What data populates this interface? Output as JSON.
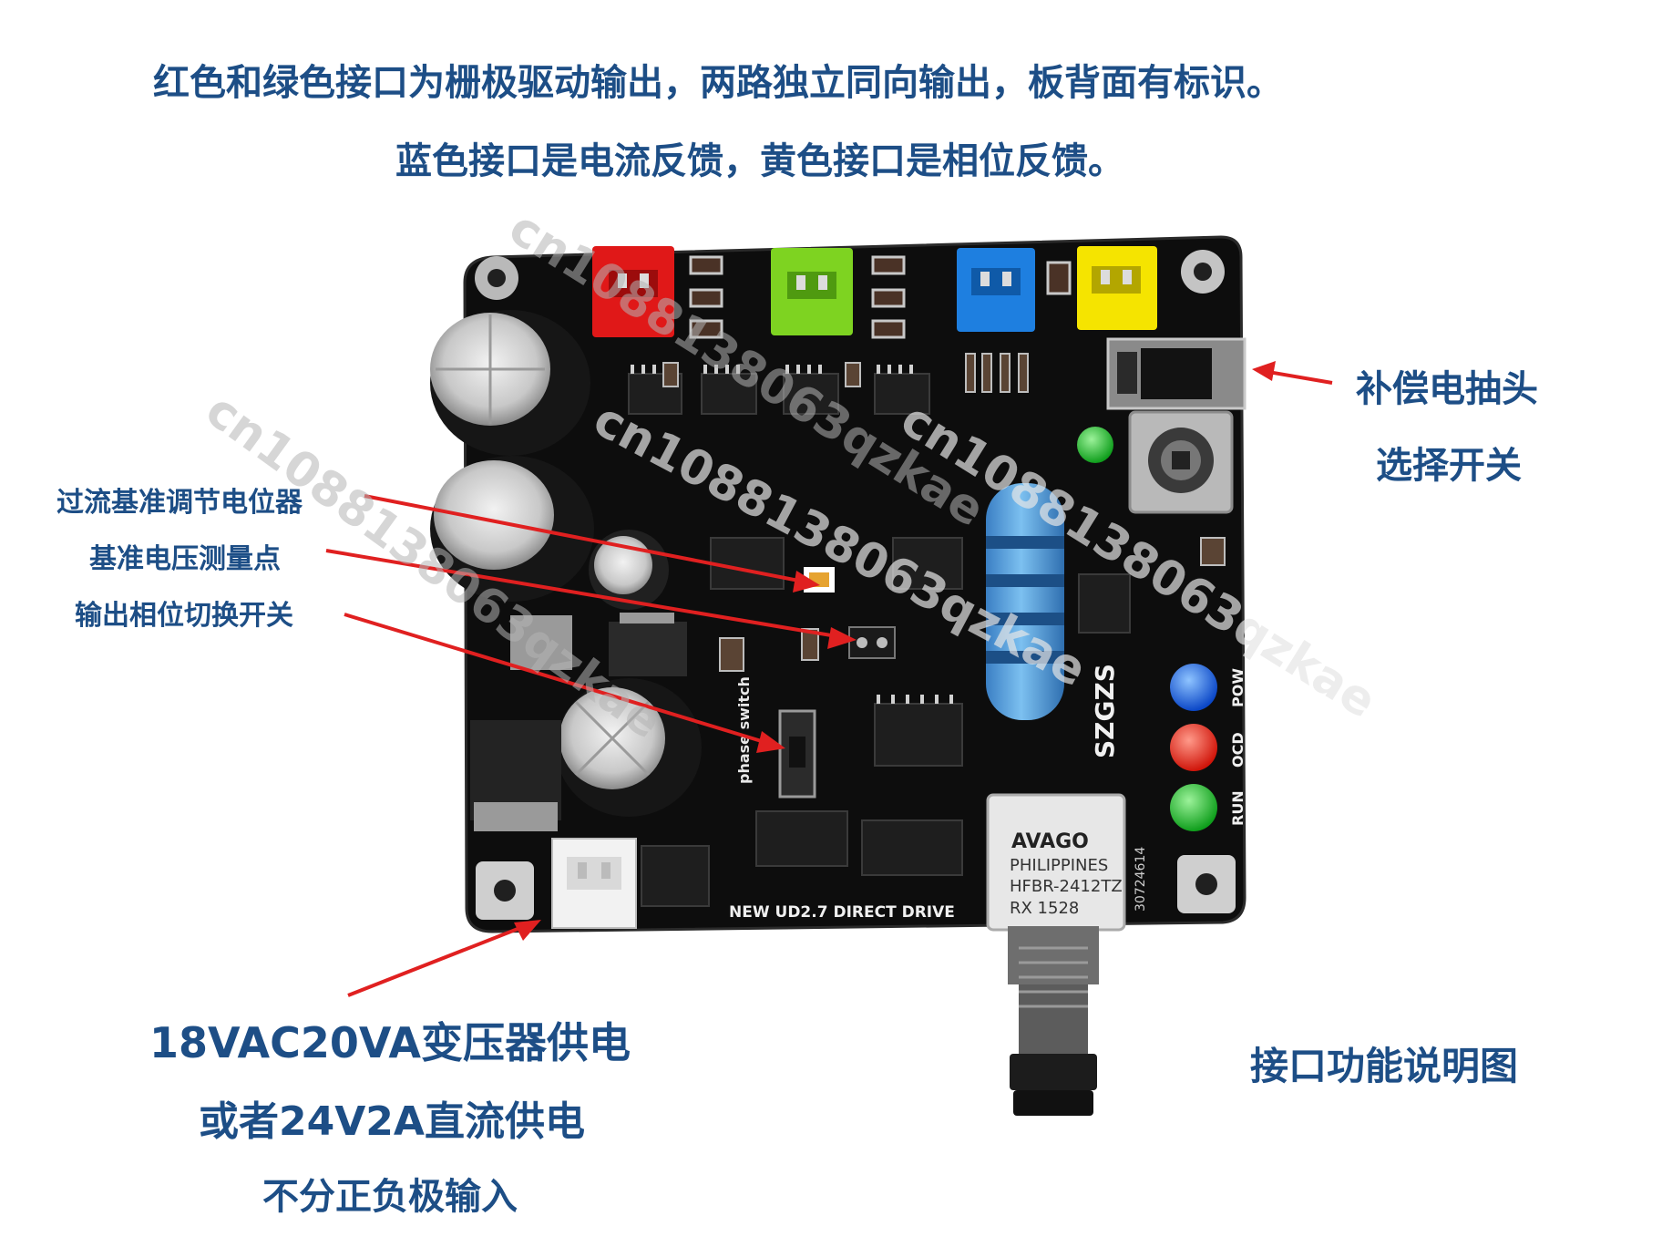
{
  "header": {
    "line1": "红色和绿色接口为栅极驱动输出，两路独立同向输出，板背面有标识。",
    "line2": "蓝色接口是电流反馈，黄色接口是相位反馈。"
  },
  "callouts": {
    "potentiometer": "过流基准调节电位器",
    "test_point": "基准电压测量点",
    "phase_switch": "输出相位切换开关",
    "compensation_1": "补偿电抽头",
    "compensation_2": "选择开关"
  },
  "power": {
    "line1": "18VAC20VA变压器供电",
    "line2": "或者24V2A直流供电",
    "line3": "不分正负极输入"
  },
  "caption": "接口功能说明图",
  "board": {
    "name": "NEW UD2.7 DIRECT DRIVE",
    "brand": "SZGZS",
    "switch_label": "phase switch",
    "led_labels": [
      "POW",
      "OCD",
      "RUN"
    ],
    "fiber_receiver": {
      "brand": "AVAGO",
      "line1": "PHILIPPINES",
      "line2": "HFBR-2412TZ",
      "line3": "RX  1528"
    },
    "side_code": "30724614"
  },
  "watermark": "cn1088138063qzkae",
  "colors": {
    "label_blue": "#1d4e86",
    "pcb": "#0d0d0d",
    "arrow_red": "#e02020",
    "red_connector": "#e01818",
    "green_connector": "#7ed321",
    "blue_connector": "#1e7fe0",
    "yellow_connector": "#f5e400"
  }
}
